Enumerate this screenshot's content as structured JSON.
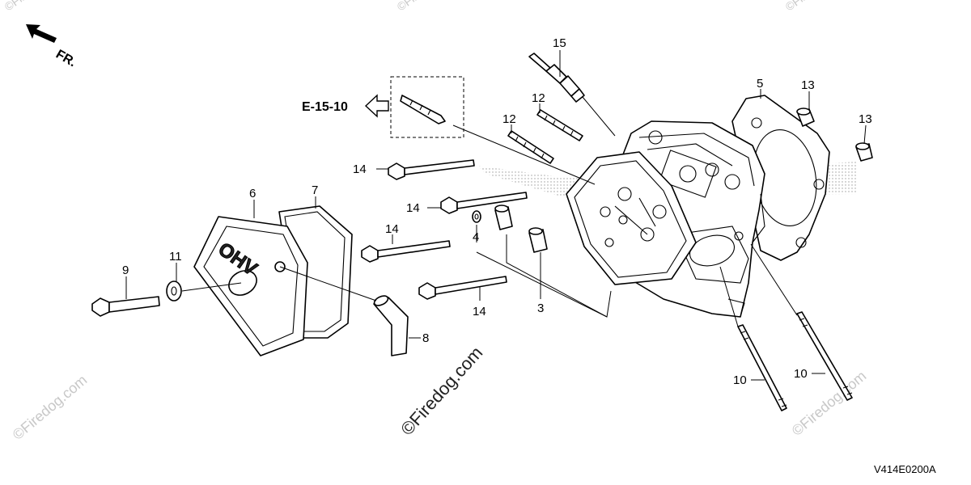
{
  "direction_label": "FR.",
  "reference": {
    "label": "E-15-10"
  },
  "diagram_code": "V414E0200A",
  "cover_marking": "OHV",
  "watermarks": {
    "center": "©Firedog.com",
    "corner": "©Firedog.com"
  },
  "callouts": [
    {
      "id": "p15",
      "label": "15"
    },
    {
      "id": "p5",
      "label": "5"
    },
    {
      "id": "p13a",
      "label": "13"
    },
    {
      "id": "p13b",
      "label": "13"
    },
    {
      "id": "p12a",
      "label": "12"
    },
    {
      "id": "p12b",
      "label": "12"
    },
    {
      "id": "p14a",
      "label": "14"
    },
    {
      "id": "p14b",
      "label": "14"
    },
    {
      "id": "p14c",
      "label": "14"
    },
    {
      "id": "p14d",
      "label": "14"
    },
    {
      "id": "p6",
      "label": "6"
    },
    {
      "id": "p7",
      "label": "7"
    },
    {
      "id": "p11",
      "label": "11"
    },
    {
      "id": "p9",
      "label": "9"
    },
    {
      "id": "p4",
      "label": "4"
    },
    {
      "id": "p3",
      "label": "3"
    },
    {
      "id": "p8",
      "label": "8"
    },
    {
      "id": "p10a",
      "label": "10"
    },
    {
      "id": "p10b",
      "label": "10"
    }
  ]
}
